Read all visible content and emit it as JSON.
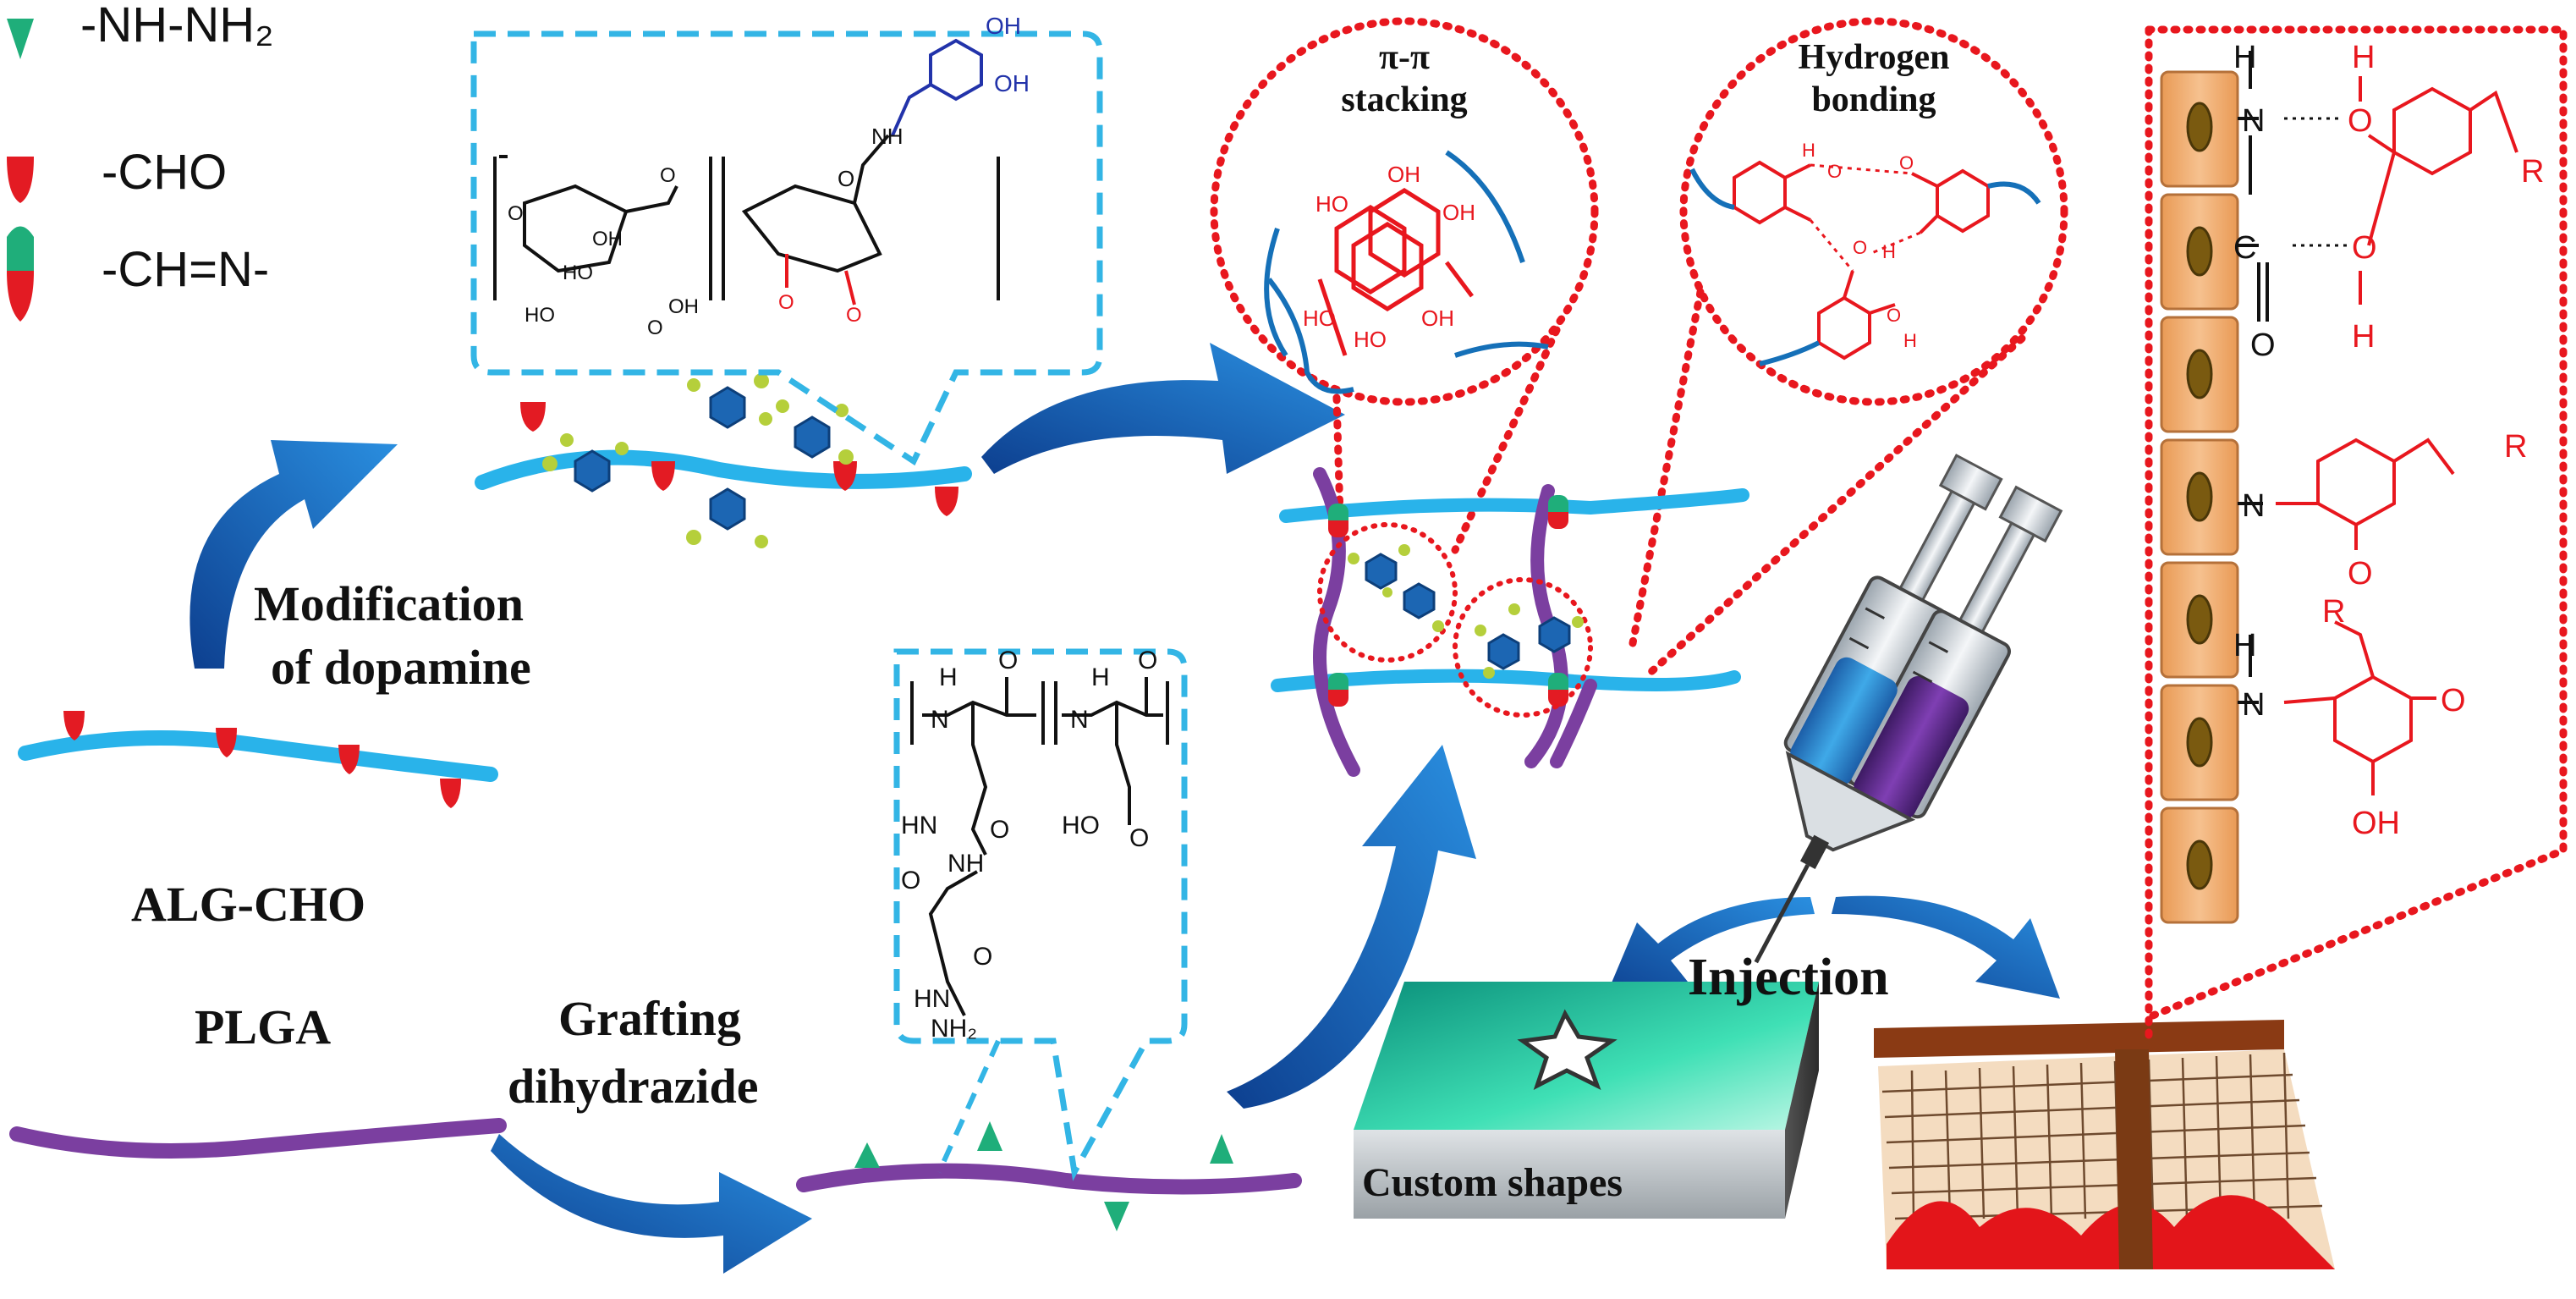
{
  "legend": {
    "items": [
      {
        "label": "-NH-NH₂",
        "icon": "hydrazide-marker-icon"
      },
      {
        "label": "-CHO",
        "icon": "aldehyde-marker-icon"
      },
      {
        "label": "-CH=N-",
        "icon": "imine-marker-icon"
      }
    ]
  },
  "labels": {
    "modification": "Modification",
    "of_dopamine": "of dopamine",
    "alg_cho": "ALG-CHO",
    "plga": "PLGA",
    "grafting": "Grafting",
    "dihydrazide": "dihydrazide",
    "pi_pi": "π-π",
    "stacking": "stacking",
    "hydrogen": "Hydrogen",
    "bonding": "bonding",
    "injection": "Injection",
    "custom_shapes": "Custom shapes"
  },
  "colors": {
    "alginate": "#29b3ea",
    "plga": "#7b3fa0",
    "arrow": "#1b6fc4",
    "dash_blue": "#33b5e5",
    "dot_red": "#e8171e",
    "chem_red": "#e8171e",
    "chem_blue": "#2233aa",
    "hydrazide_green": "#1fae7a",
    "aldehyde_red": "#e31b23",
    "tissue_orange": "#f2b27a",
    "blood": "#e3151a"
  }
}
